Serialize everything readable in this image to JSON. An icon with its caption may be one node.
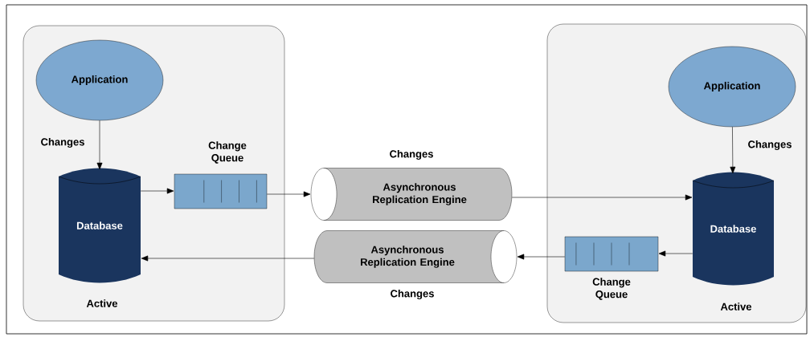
{
  "diagram": {
    "nodes": [
      {
        "text": [
          "Active"
        ]
      },
      {
        "text": [
          "Application"
        ],
        "in": 0
      },
      {
        "text": [
          "Database"
        ],
        "in": 0
      },
      {
        "text": [
          "Change Queue"
        ],
        "in": 0
      },
      {
        "text": [
          "Asynchronous Replication Engine"
        ],
        "beside": [
          "Changes"
        ]
      },
      {
        "text": [
          "Asynchronous Replication Engine"
        ],
        "beside": [
          "Changes"
        ]
      },
      {
        "text": [
          "Active"
        ]
      },
      {
        "text": [
          "Application"
        ],
        "in": 6
      },
      {
        "text": [
          "Database"
        ],
        "in": 6
      },
      {
        "text": [
          "Change Queue"
        ],
        "in": 6
      }
    ],
    "edges": [
      {
        "from": 1,
        "to": 2,
        "arrow": "to",
        "label": "Changes"
      },
      {
        "from": 2,
        "to": 3,
        "arrow": "to"
      },
      {
        "from": 3,
        "to": 4,
        "arrow": "to"
      },
      {
        "from": 4,
        "to": 8,
        "arrow": "to"
      },
      {
        "from": 7,
        "to": 8,
        "arrow": "to",
        "label": "Changes"
      },
      {
        "from": 8,
        "to": 9,
        "arrow": "to"
      },
      {
        "from": 9,
        "to": 5,
        "arrow": "to"
      },
      {
        "from": 5,
        "to": 2,
        "arrow": "to"
      }
    ]
  }
}
